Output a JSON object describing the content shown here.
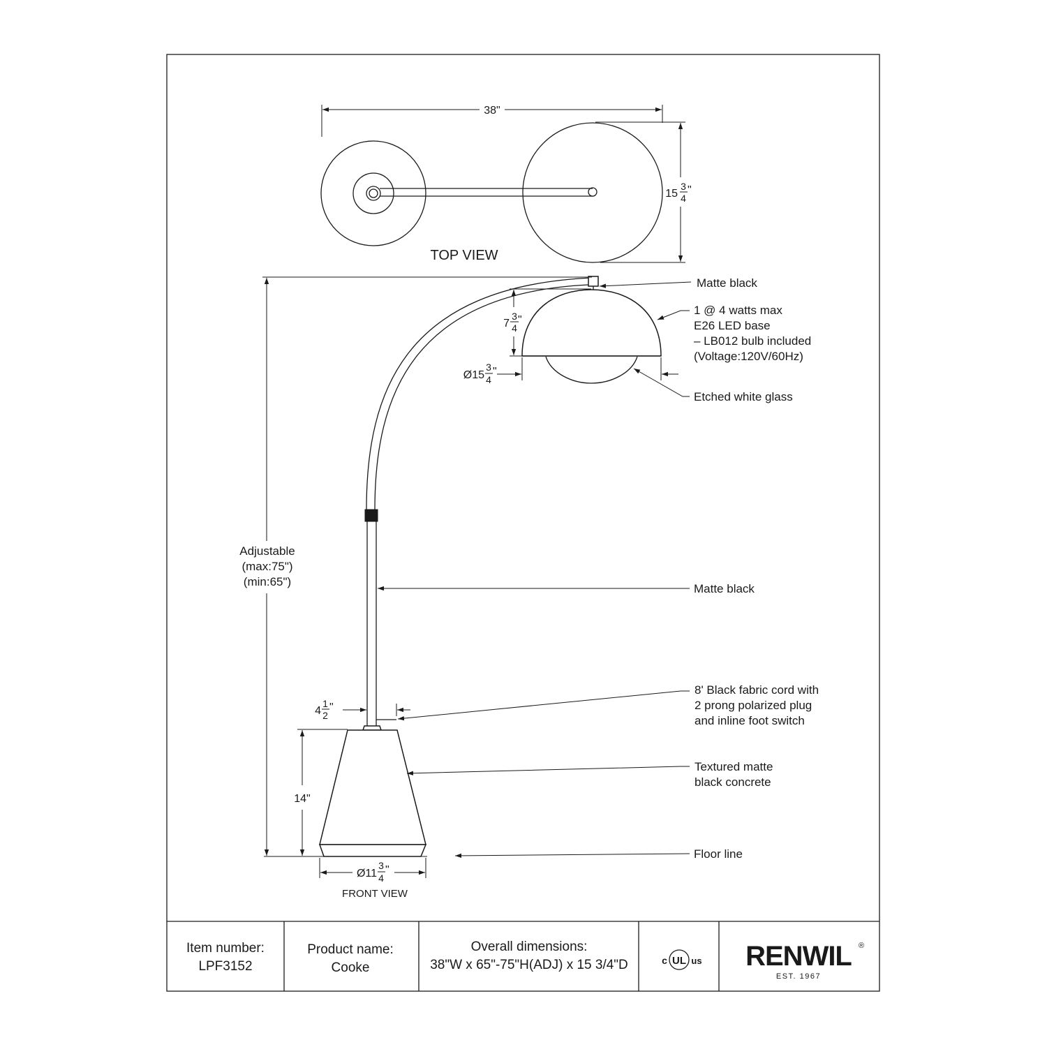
{
  "views": {
    "top_view_label": "TOP VIEW",
    "front_view_label": "FRONT VIEW"
  },
  "dimensions": {
    "top_width": "38\"",
    "top_depth_whole": "15",
    "top_depth_num": "3",
    "top_depth_den": "4",
    "top_depth_unit": "\"",
    "shade_height_whole": "7",
    "shade_height_num": "3",
    "shade_height_den": "4",
    "shade_height_unit": "\"",
    "shade_dia_whole": "Ø15",
    "shade_dia_num": "3",
    "shade_dia_den": "4",
    "shade_dia_unit": "\"",
    "height_line1": "Adjustable",
    "height_line2": "(max:75\")",
    "height_line3": "(min:65\")",
    "cord_offset_whole": "4",
    "cord_offset_num": "1",
    "cord_offset_den": "2",
    "cord_offset_unit": "\"",
    "base_height": "14\"",
    "base_dia_whole": "Ø11",
    "base_dia_num": "3",
    "base_dia_den": "4",
    "base_dia_unit": "\""
  },
  "callouts": {
    "cap_finish": "Matte black",
    "bulb_line1": "1 @ 4 watts max",
    "bulb_line2": "E26 LED base",
    "bulb_line3": "– LB012 bulb included",
    "bulb_line4": "(Voltage:120V/60Hz)",
    "glass": "Etched white glass",
    "stem_finish": "Matte black",
    "cord_line1": "8' Black fabric cord with",
    "cord_line2": "2 prong polarized plug",
    "cord_line3": "and inline foot switch",
    "base_line1": "Textured matte",
    "base_line2": "black concrete",
    "floor": "Floor line"
  },
  "title_block": {
    "item_label": "Item number:",
    "item_value": "LPF3152",
    "product_label": "Product name:",
    "product_value": "Cooke",
    "overall_label": "Overall dimensions:",
    "overall_value": "38\"W x 65\"-75\"H(ADJ) x 15 3/4\"D",
    "cert_c": "c",
    "cert_ul": "UL",
    "cert_us": "us",
    "brand": "RENWIL",
    "brand_mark": "®",
    "brand_est": "EST. 1967"
  }
}
